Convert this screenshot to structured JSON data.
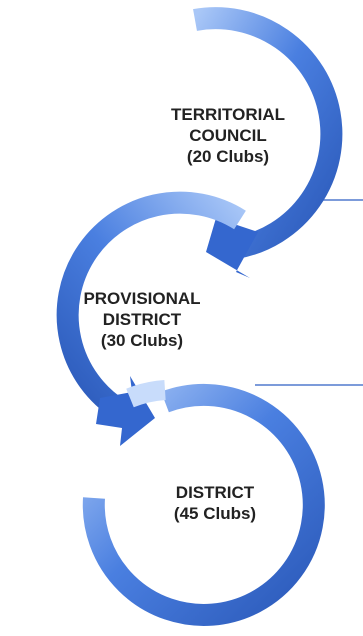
{
  "stages": [
    {
      "line1": "TERRITORIAL",
      "line2": "COUNCIL",
      "line3": "(20 Clubs)"
    },
    {
      "line1": "PROVISIONAL",
      "line2": "DISTRICT",
      "line3": "(30 Clubs)"
    },
    {
      "line1": "DISTRICT",
      "line2": "(45 Clubs)",
      "line3": ""
    }
  ],
  "colors": {
    "arrow_light": "#9fc0f5",
    "arrow_mid": "#4a7fe0",
    "arrow_dark": "#2a58b8",
    "connector": "#2f5fc4",
    "text": "#222222"
  }
}
